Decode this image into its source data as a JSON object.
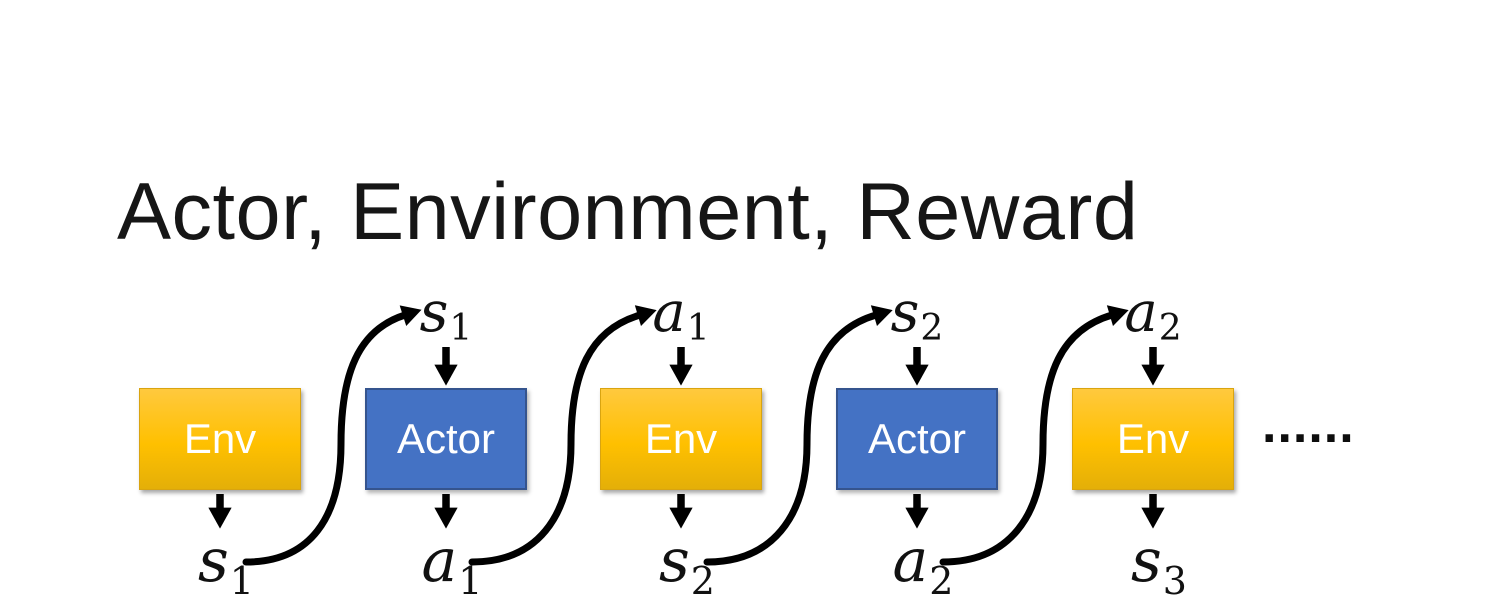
{
  "title": "Actor, Environment, Reward",
  "boxes": [
    {
      "label": "Env",
      "type": "env"
    },
    {
      "label": "Actor",
      "type": "actor"
    },
    {
      "label": "Env",
      "type": "env"
    },
    {
      "label": "Actor",
      "type": "actor"
    },
    {
      "label": "Env",
      "type": "env"
    }
  ],
  "top_labels": [
    {
      "base": "s",
      "sub": "1"
    },
    {
      "base": "a",
      "sub": "1"
    },
    {
      "base": "s",
      "sub": "2"
    },
    {
      "base": "a",
      "sub": "2"
    }
  ],
  "bottom_labels": [
    {
      "base": "s",
      "sub": "1"
    },
    {
      "base": "a",
      "sub": "1"
    },
    {
      "base": "s",
      "sub": "2"
    },
    {
      "base": "a",
      "sub": "2"
    },
    {
      "base": "s",
      "sub": "3"
    }
  ],
  "ellipsis": "......",
  "colors": {
    "env_gradient_top": "#FFC93E",
    "env_fill": "#FFC000",
    "env_gradient_bottom": "#E4AF08",
    "env_border": "#D9A410",
    "actor_fill": "#4472C4",
    "actor_border": "#35548E",
    "box_text": "#FFFFFF",
    "title_text": "#161616",
    "arrow": "#000000"
  }
}
